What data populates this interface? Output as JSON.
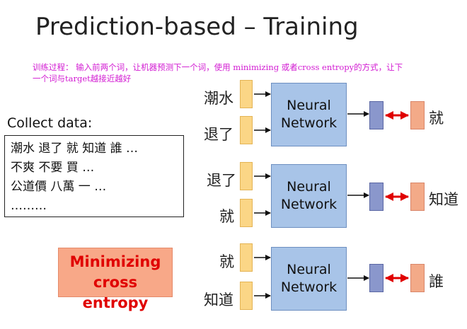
{
  "title": "Prediction-based – Training",
  "annotation": {
    "line1": "训练过程： 输入前两个词，让机器预测下一个词，使用 minimizing 或者cross entropy的方式，让下",
    "line2": "一个词与target越接近越好"
  },
  "collect_label": "Collect data:",
  "data_lines": [
    "潮水 退了 就 知道 誰 …",
    "不爽  不要  買 …",
    "公道價  八萬  一 …",
    "………"
  ],
  "minimize": {
    "line1": "Minimizing",
    "line2": "cross entropy"
  },
  "network_label": {
    "line1": "Neural",
    "line2": "Network"
  },
  "examples": [
    {
      "input1": "潮水",
      "input2": "退了",
      "target": "就"
    },
    {
      "input1": "退了",
      "input2": "就",
      "target": "知道"
    },
    {
      "input1": "就",
      "input2": "知道",
      "target": "誰"
    }
  ],
  "colors": {
    "annotation": "#d21bd2",
    "input_box": "#fbd686",
    "network_box": "#a8c4e8",
    "output_box": "#8a97cc",
    "target_box": "#f3aa88",
    "double_arrow": "#e00000",
    "minimize_text": "#e00000"
  }
}
